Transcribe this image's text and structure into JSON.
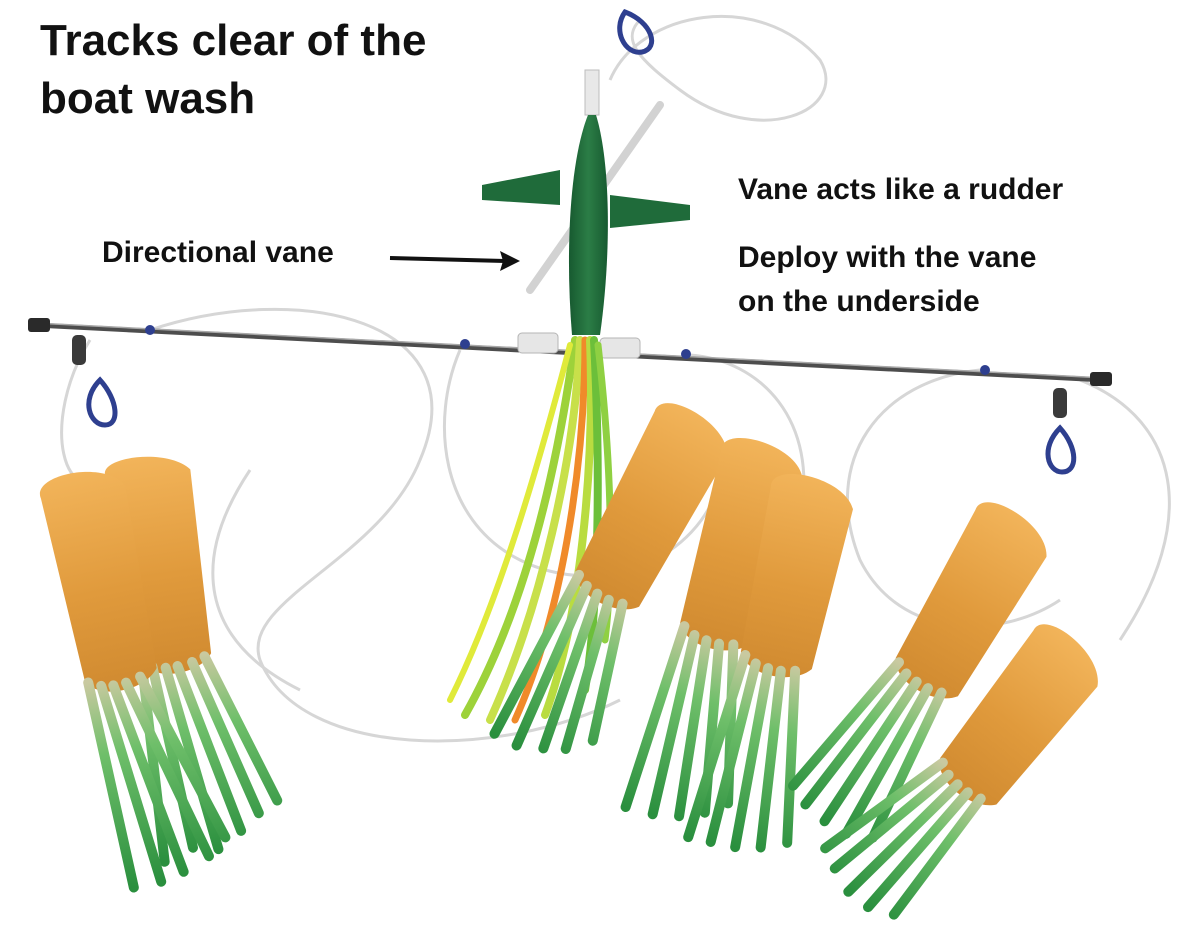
{
  "title": {
    "line1": "Tracks clear of the",
    "line2": "boat wash"
  },
  "annotations": {
    "directional_vane": "Directional vane",
    "rudder": "Vane acts like a rudder",
    "deploy_line1": "Deploy with the vane",
    "deploy_line2": "on the underside"
  },
  "colors": {
    "background": "#ffffff",
    "text": "#111111",
    "squid_body": "#e8a94a",
    "tentacle_green": "#2f9a45",
    "lure_head": "#1f6b3a",
    "skirt_yellow": "#c8e04a",
    "skirt_orange": "#f08a2a",
    "bar": "#5a5a5a",
    "loop_blue": "#2e3f8f"
  }
}
